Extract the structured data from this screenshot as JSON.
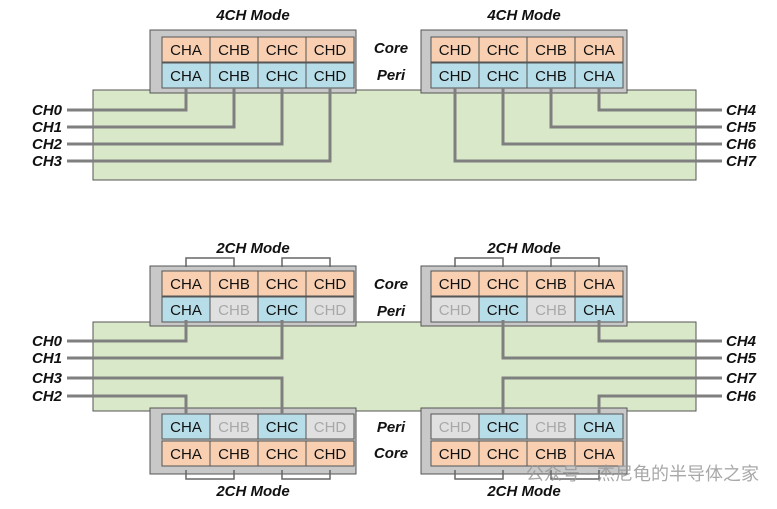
{
  "colors": {
    "core": "#f8cfb1",
    "peri": "#b7dde8",
    "disabled": "#e0e0e0",
    "board": "#d9e8c8",
    "chip": "#c8c8c8",
    "wire": "#7f7f7f",
    "text": "#111111",
    "disabled_text": "#a8a8a8"
  },
  "top_section": {
    "left_title": "4CH Mode",
    "right_title": "4CH Mode",
    "core_label": "Core",
    "peri_label": "Peri",
    "left_core": [
      "CHA",
      "CHB",
      "CHC",
      "CHD"
    ],
    "left_peri": [
      "CHA",
      "CHB",
      "CHC",
      "CHD"
    ],
    "right_core": [
      "CHD",
      "CHC",
      "CHB",
      "CHA"
    ],
    "right_peri": [
      "CHD",
      "CHC",
      "CHB",
      "CHA"
    ],
    "left_channels": [
      "CH0",
      "CH1",
      "CH2",
      "CH3"
    ],
    "right_channels": [
      "CH4",
      "CH5",
      "CH6",
      "CH7"
    ]
  },
  "bottom_section": {
    "title_upper_left": "2CH Mode",
    "title_upper_right": "2CH Mode",
    "title_lower_left": "2CH Mode",
    "title_lower_right": "2CH Mode",
    "core_label_upper": "Core",
    "peri_label_upper": "Peri",
    "peri_label_lower": "Peri",
    "core_label_lower": "Core",
    "ul_core": [
      "CHA",
      "CHB",
      "CHC",
      "CHD"
    ],
    "ul_peri": [
      {
        "label": "CHA",
        "active": true
      },
      {
        "label": "CHB",
        "active": false
      },
      {
        "label": "CHC",
        "active": true
      },
      {
        "label": "CHD",
        "active": false
      }
    ],
    "ur_core": [
      "CHD",
      "CHC",
      "CHB",
      "CHA"
    ],
    "ur_peri": [
      {
        "label": "CHD",
        "active": false
      },
      {
        "label": "CHC",
        "active": true
      },
      {
        "label": "CHB",
        "active": false
      },
      {
        "label": "CHA",
        "active": true
      }
    ],
    "ll_peri": [
      {
        "label": "CHA",
        "active": true
      },
      {
        "label": "CHB",
        "active": false
      },
      {
        "label": "CHC",
        "active": true
      },
      {
        "label": "CHD",
        "active": false
      }
    ],
    "ll_core": [
      "CHA",
      "CHB",
      "CHC",
      "CHD"
    ],
    "lr_peri": [
      {
        "label": "CHD",
        "active": false
      },
      {
        "label": "CHC",
        "active": true
      },
      {
        "label": "CHB",
        "active": false
      },
      {
        "label": "CHA",
        "active": true
      }
    ],
    "lr_core": [
      "CHD",
      "CHC",
      "CHB",
      "CHA"
    ],
    "left_channels": [
      "CH0",
      "CH1",
      "CH3",
      "CH2"
    ],
    "right_channels": [
      "CH4",
      "CH5",
      "CH7",
      "CH6"
    ]
  },
  "watermark": "公众号 · 杰尼龟的半导体之家"
}
